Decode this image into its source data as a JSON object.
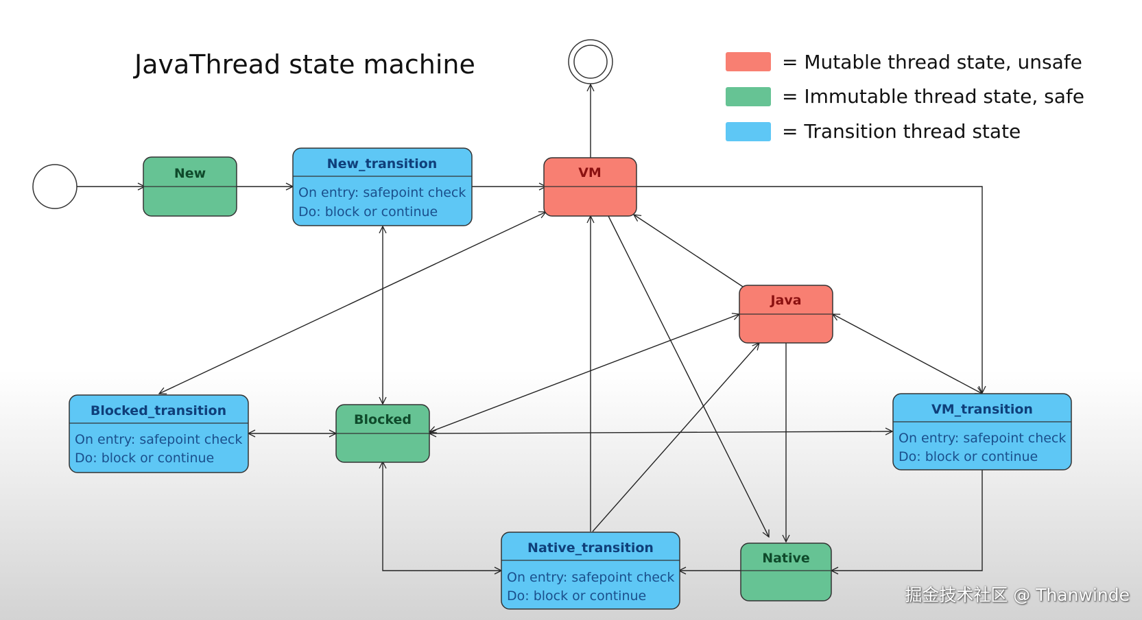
{
  "title": "JavaThread state machine",
  "legend": [
    {
      "color": "#f87f72",
      "label": "= Mutable thread state, unsafe"
    },
    {
      "color": "#66c394",
      "label": "= Immutable thread state, safe"
    },
    {
      "color": "#5ec7f5",
      "label": "= Transition thread state"
    }
  ],
  "nodes": {
    "new": {
      "title": "New"
    },
    "new_transition": {
      "title": "New_transition",
      "entry": "On entry: safepoint check",
      "do": "Do: block or continue"
    },
    "vm": {
      "title": "VM"
    },
    "java": {
      "title": "Java"
    },
    "blocked_transition": {
      "title": "Blocked_transition",
      "entry": "On entry: safepoint check",
      "do": "Do: block or continue"
    },
    "blocked": {
      "title": "Blocked"
    },
    "vm_transition": {
      "title": "VM_transition",
      "entry": "On entry: safepoint check",
      "do": "Do: block or continue"
    },
    "native_transition": {
      "title": "Native_transition",
      "entry": "On entry: safepoint check",
      "do": "Do: block or continue"
    },
    "native": {
      "title": "Native"
    }
  },
  "colors": {
    "mutable": "#f87f72",
    "immutable": "#66c394",
    "transition": "#5ec7f5",
    "mutable_title": "#8b1111",
    "immutable_title": "#0f4a2b",
    "transition_title": "#0f3f7a"
  },
  "watermark": "掘金技术社区 @ Thanwinde"
}
